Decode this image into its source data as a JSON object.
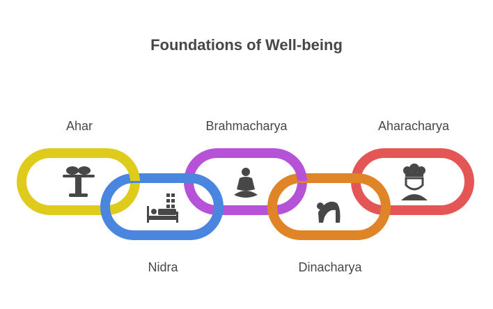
{
  "title": "Foundations of Well-being",
  "links": [
    {
      "label": "Ahar",
      "color": "#DFCB1B",
      "icon": "dining-table-icon"
    },
    {
      "label": "Nidra",
      "color": "#4A86E0",
      "icon": "bed-sleep-icon"
    },
    {
      "label": "Brahmacharya",
      "color": "#B552D8",
      "icon": "meditation-icon"
    },
    {
      "label": "Dinacharya",
      "color": "#E08428",
      "icon": "bowing-person-icon"
    },
    {
      "label": "Aharacharya",
      "color": "#E45555",
      "icon": "chef-icon"
    }
  ]
}
